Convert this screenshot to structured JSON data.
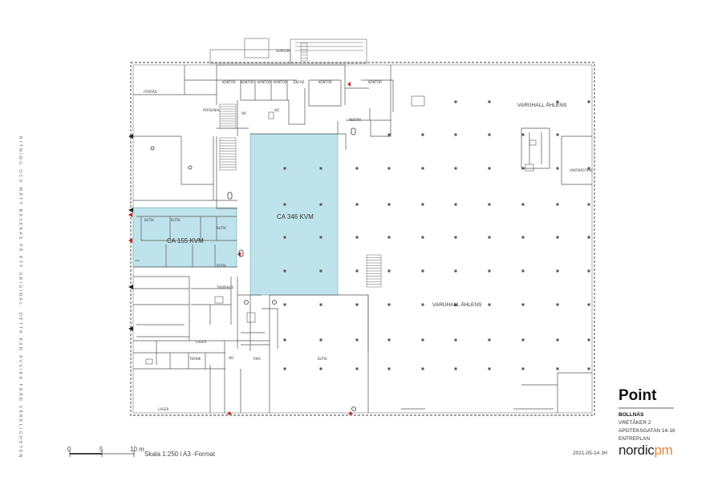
{
  "side_text": "RITNING OCH MÅTT BASERAS PÅ ETT ORIGINAL. DETTA KAN AVVIKA FRÅN VERKLIGHETEN",
  "areas": {
    "small": {
      "label": "CA 155 KVM",
      "color": "#bfe3ea"
    },
    "large": {
      "label": "CA 346 KVM",
      "color": "#bfe3ea"
    }
  },
  "halls": [
    "VARUHALL ÅHLENS",
    "VARUHALL ÅHLENS"
  ],
  "rooms": [
    "KONTOR",
    "KONTOR",
    "KONTOR",
    "KONTOR",
    "KONTOR",
    "KONTOR",
    "TRAPPHUS",
    "FÖRRÅD",
    "LAGER",
    "LAGER",
    "PERSONAL",
    "BUTIK",
    "BUTIK",
    "BUTIK",
    "BUTIK",
    "WC",
    "WC",
    "WC",
    "RWC",
    "SOPRUM",
    "TEKNIK",
    "ENTRÉ",
    "PENTRY",
    "VAKTMÄSTARE",
    "BUTIK"
  ],
  "scale": {
    "ticks": [
      "0",
      "5",
      "10 m"
    ],
    "label": "Skala 1:250 i A3 -Format"
  },
  "title_block": {
    "title": "Point",
    "lines": [
      "BOLLNÄS",
      "VRETÅKER 2",
      "APOTEKSGATAN 14-16",
      "ENTREPLAN"
    ],
    "date": "2021-05-14 JH",
    "brand_main": "nordic",
    "brand_accent": "pm"
  },
  "colors": {
    "highlight": "#bfe3ea",
    "wall": "#555555",
    "accent": "#e8873a",
    "marker": "#cc2222"
  }
}
